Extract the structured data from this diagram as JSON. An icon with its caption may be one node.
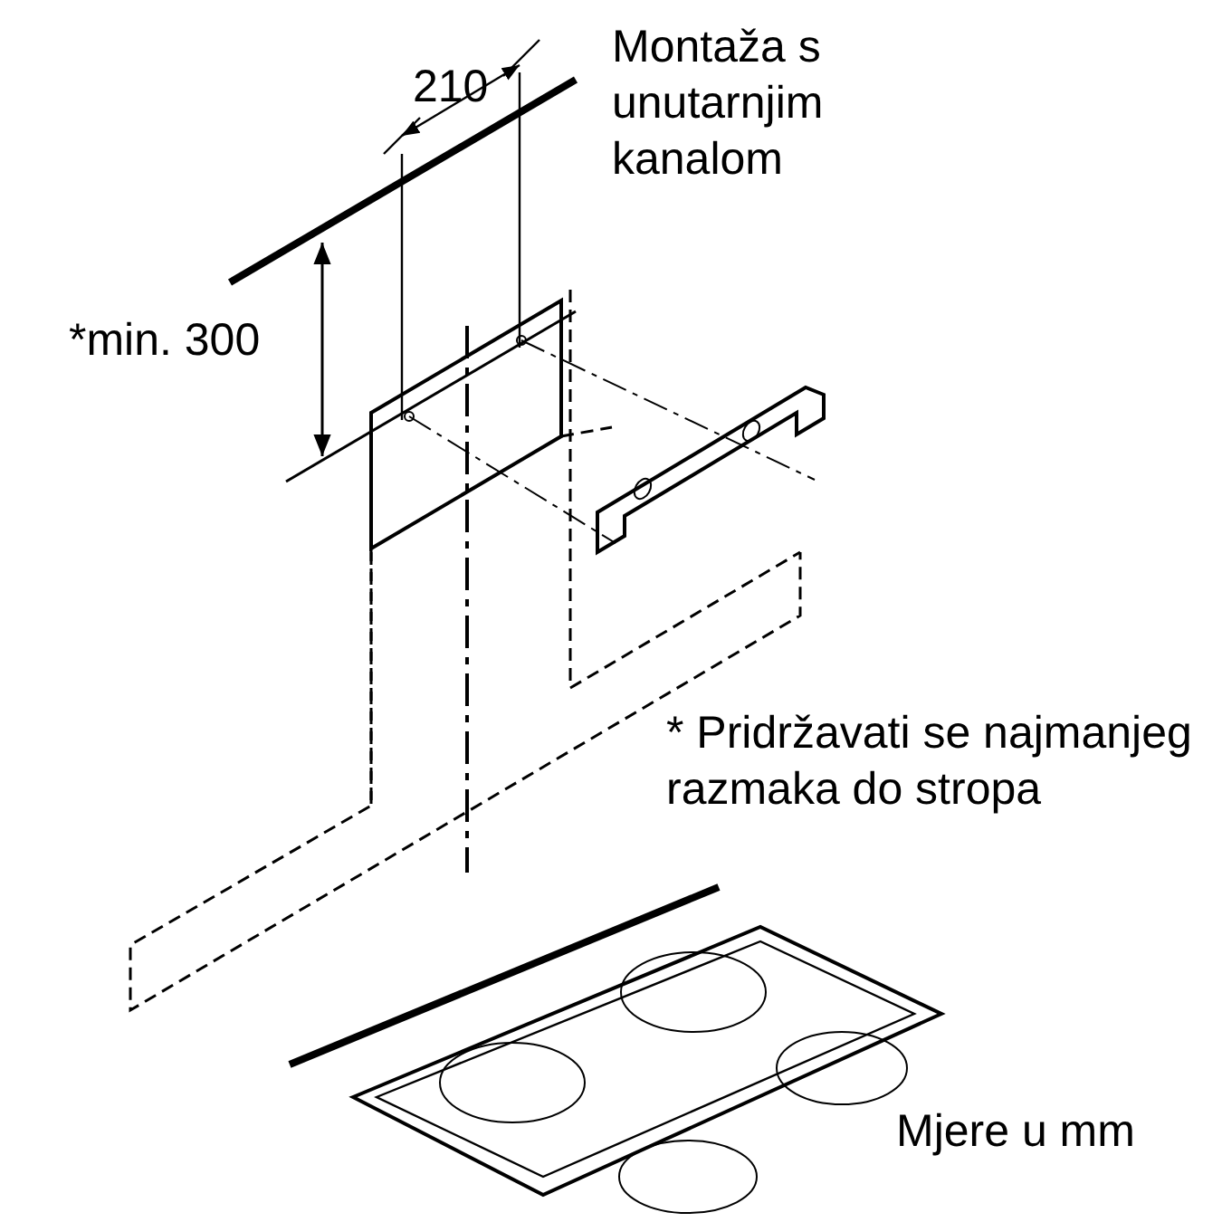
{
  "diagram": {
    "labels": [
      "210",
      "*min. 300",
      "Montaža s unutarnjim kanalom",
      "* Pridržavati se najmanjeg razmaka do stropa",
      "Mjere u mm"
    ]
  }
}
